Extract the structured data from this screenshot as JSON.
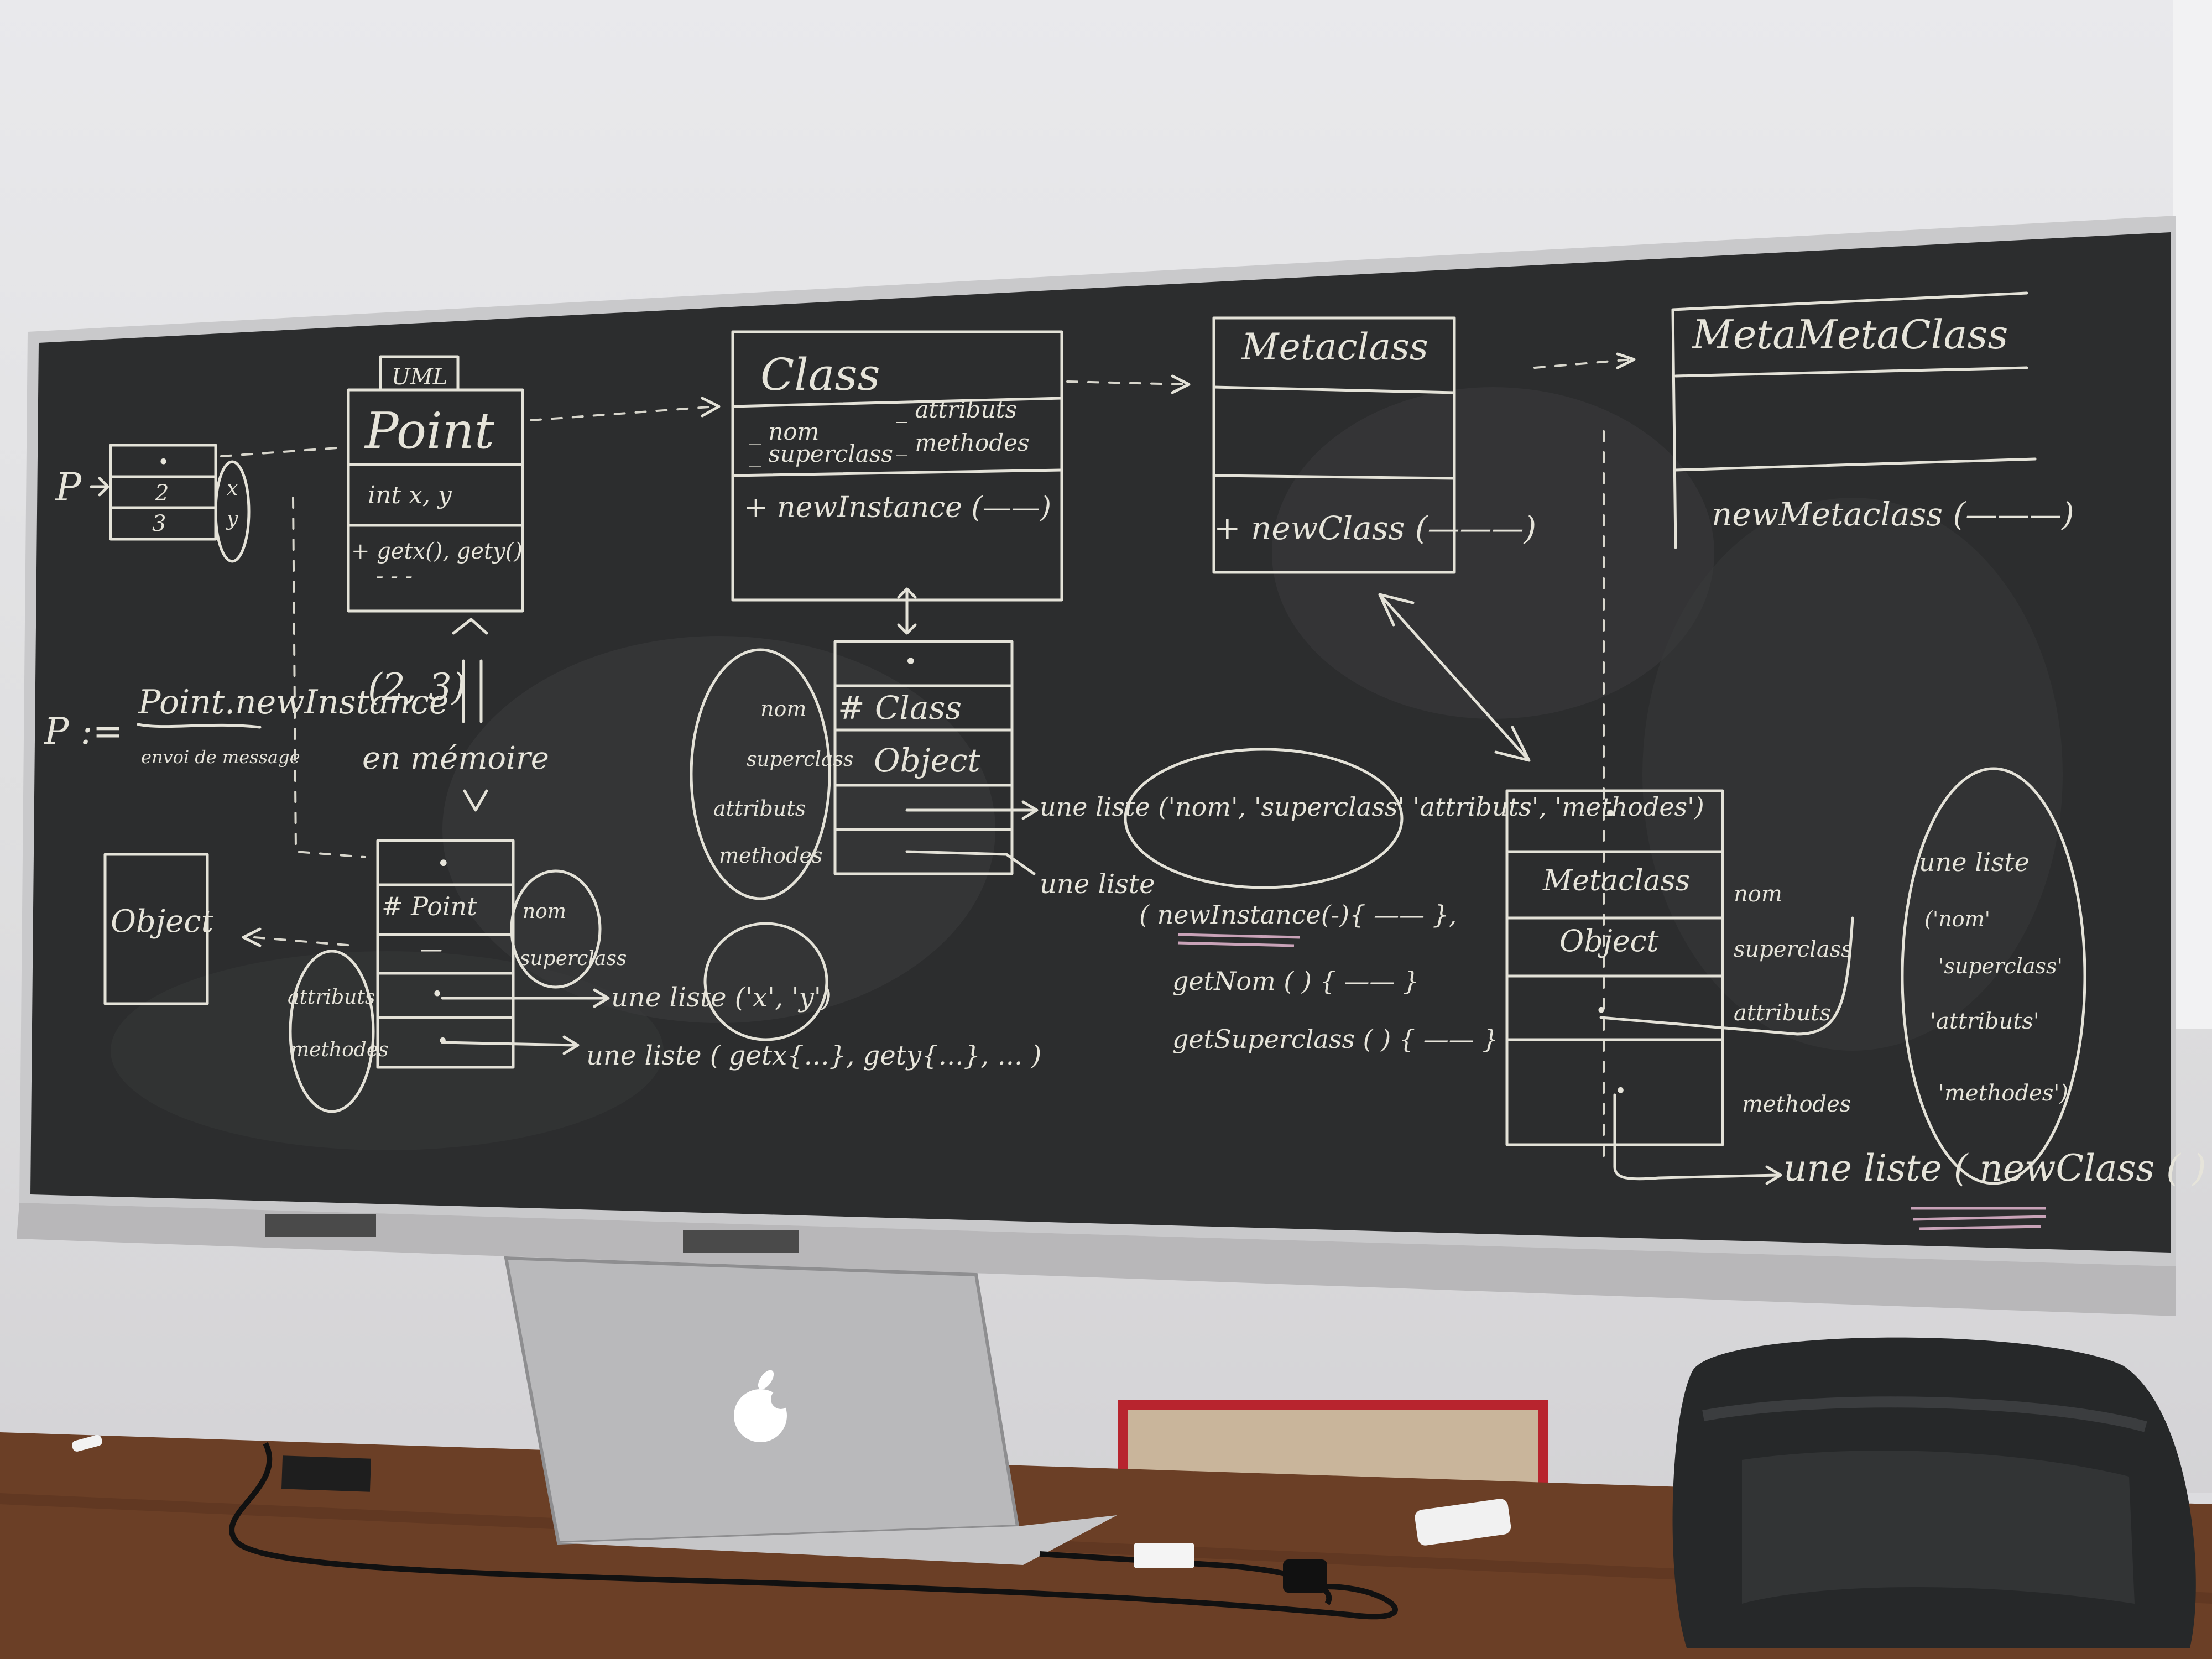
{
  "board": {
    "uml_tag": "UML",
    "point_class": {
      "title": "Point",
      "attributes": "int x, y",
      "methods": "+ getx(), gety()",
      "extra": "- - -"
    },
    "class_class": {
      "title": "Class",
      "attr_left": [
        "_ nom",
        "_ superclass"
      ],
      "attr_right": [
        "_ attributs",
        "_ methodes"
      ],
      "methods": "+ newInstance (——)"
    },
    "metaclass_class": {
      "title": "Metaclass",
      "methods": "+ newClass (———)"
    },
    "metametaclass_class": {
      "title": "MetaMetaClass",
      "methods": "newMetaclass (———)"
    },
    "left_stack": {
      "p_label": "P",
      "values": [
        "•",
        "2",
        "3"
      ],
      "side": [
        "x",
        "y"
      ]
    },
    "expression": {
      "lhs": "P :=",
      "call": "Point.newInstance",
      "args": "(2, 3)",
      "note": "envoi de message"
    },
    "en_memoire": "en mémoire",
    "object_box": "Object",
    "point_memory": {
      "rows": [
        "•",
        "# Point",
        "—",
        "•",
        "•"
      ],
      "labels": [
        "nom",
        "superclass"
      ],
      "left_labels": [
        "attributs",
        "methodes"
      ]
    },
    "point_lists": [
      "une liste ('x', 'y')",
      "une liste ( getx{...}, gety{...}, ... )"
    ],
    "class_memory": {
      "rows": [
        "•",
        "# Class",
        "Object"
      ],
      "labels": [
        "nom",
        "superclass",
        "attributs",
        "methodes"
      ]
    },
    "class_lists": {
      "first": "une liste ('nom', 'superclass' 'attributs', 'methodes')",
      "second_head": "une liste",
      "second_items": [
        "( newInstance(-){ —— },",
        "getNom ( ) { —— }",
        "getSuperclass ( ) { —— }"
      ]
    },
    "metaclass_memory": {
      "rows": [
        "•",
        "Metaclass",
        "Object",
        "•",
        "•"
      ],
      "labels": [
        "nom",
        "superclass",
        "attributs",
        "methodes"
      ]
    },
    "metaclass_lists": {
      "first_head": "une liste",
      "first_items": [
        "('nom'",
        "'superclass'",
        "'attributs'",
        "'methodes')"
      ],
      "second": "une liste ( newClass ( ) ——"
    }
  },
  "objects": {
    "laptop_logo": "apple-logo",
    "bag": "backpack"
  }
}
